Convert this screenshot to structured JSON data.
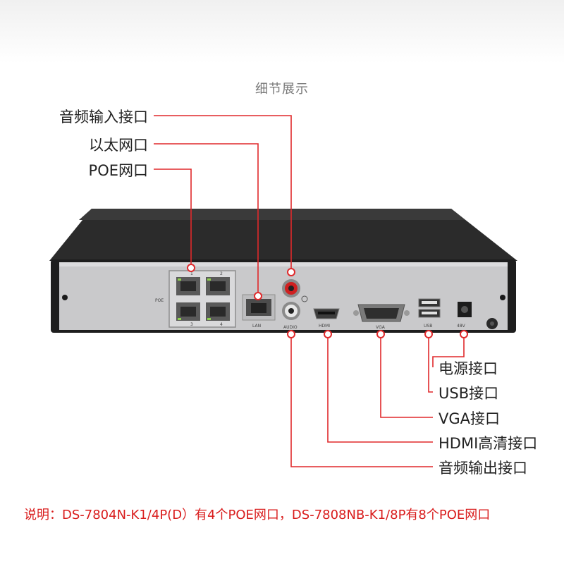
{
  "heading": "细节展示",
  "callouts": {
    "audio_in": "音频输入接口",
    "ethernet": "以太网口",
    "poe": "POE网口",
    "power": "电源接口",
    "usb": "USB接口",
    "vga": "VGA接口",
    "hdmi": "HDMI高清接口",
    "audio_out": "音频输出接口"
  },
  "panel_text": {
    "poe": "POE",
    "lan": "LAN",
    "audio": "AUDIO",
    "hdmi": "HDMI",
    "vga": "VGA",
    "usb": "USB",
    "dc": "48V",
    "port_numbers": [
      "1",
      "2",
      "3",
      "4"
    ]
  },
  "footnote": "说明：DS-7804N-K1/4P(D）有4个POE网口，DS-7808NB-K1/8P有8个POE网口",
  "colors": {
    "line": "#e0292b",
    "label": "#222222",
    "note": "#d91c1c"
  }
}
